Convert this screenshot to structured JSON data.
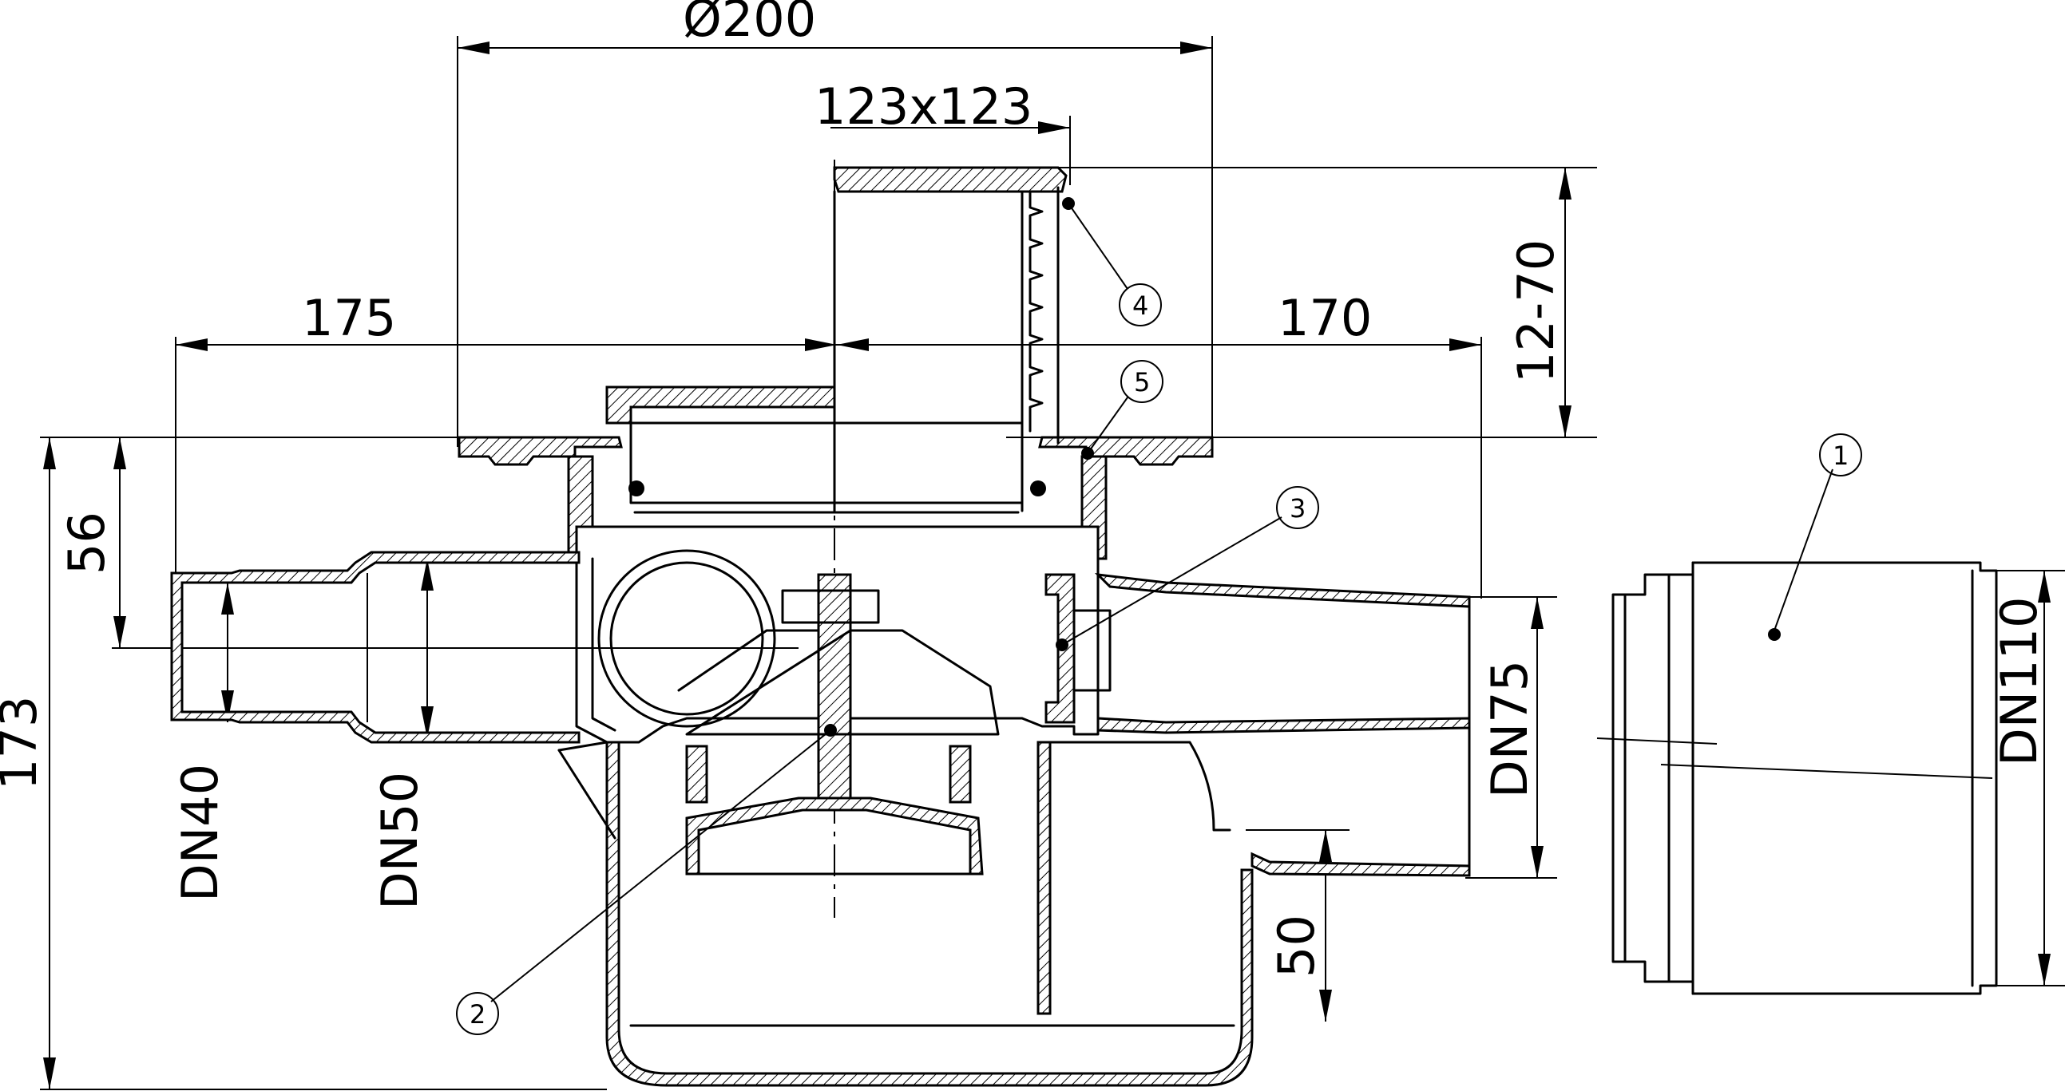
{
  "dimensions": {
    "d200": "Ø200",
    "grate": "123x123",
    "left_len": "175",
    "right_len": "170",
    "height_adj": "12-70",
    "depth_56": "56",
    "total_173": "173",
    "dn40": "DN40",
    "dn50": "DN50",
    "dn75": "DN75",
    "dn110": "DN110",
    "h50": "50"
  },
  "callouts": [
    "1",
    "2",
    "3",
    "4",
    "5"
  ]
}
